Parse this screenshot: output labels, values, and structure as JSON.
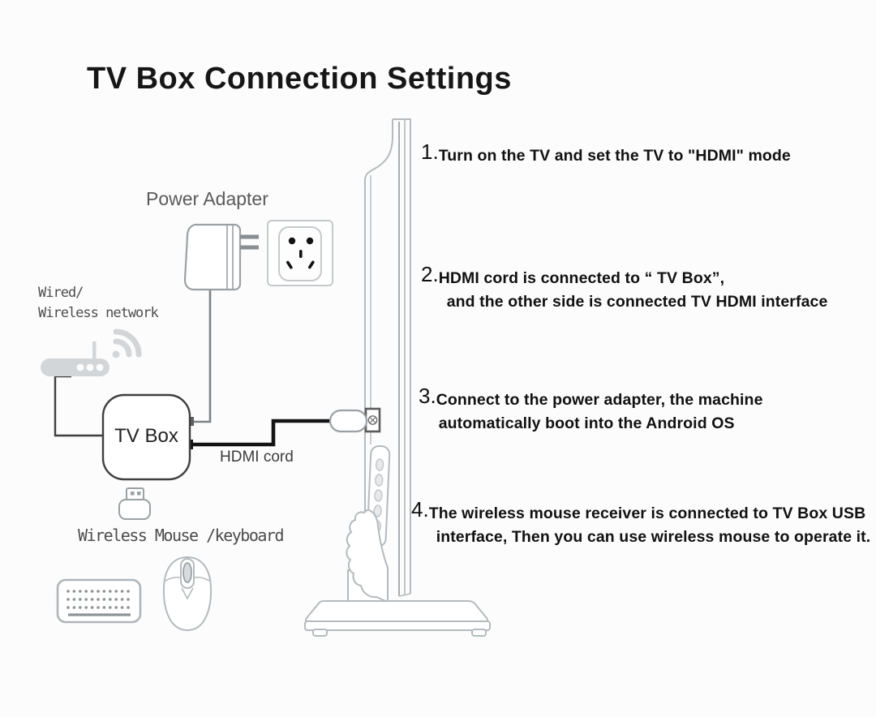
{
  "title": "TV Box Connection Settings",
  "steps": [
    {
      "num": "1.",
      "line1": "Turn on the TV and set the TV to \"HDMI\" mode",
      "line2": ""
    },
    {
      "num": "2.",
      "line1": "HDMI cord is connected to “ TV Box”,",
      "line2": "and the other side is connected TV HDMI interface"
    },
    {
      "num": "3.",
      "line1": "Connect to the power adapter, the machine",
      "line2": "automatically boot into the Android OS"
    },
    {
      "num": "4.",
      "line1": "The wireless mouse receiver is connected to TV Box USB",
      "line2": "interface, Then you can use wireless mouse to operate it."
    }
  ],
  "labels": {
    "power_adapter": "Power Adapter",
    "network_line1": "Wired/",
    "network_line2": "Wireless network",
    "tv_box": "TV Box",
    "hdmi_cord": "HDMI cord",
    "mouse_keyboard": "Wireless Mouse /keyboard"
  },
  "icons": {
    "wifi_signal": "wifi-signal-icon",
    "usb_dongle": "usb-dongle-icon"
  },
  "colors": {
    "line_gray": "#b5babe",
    "mid_gray": "#9aa0a4",
    "router_gray": "#d3d6d9",
    "cord_black": "#141414",
    "text_black": "#111111",
    "label_gray": "#4c4c4c",
    "background": "#fcfcfc"
  }
}
